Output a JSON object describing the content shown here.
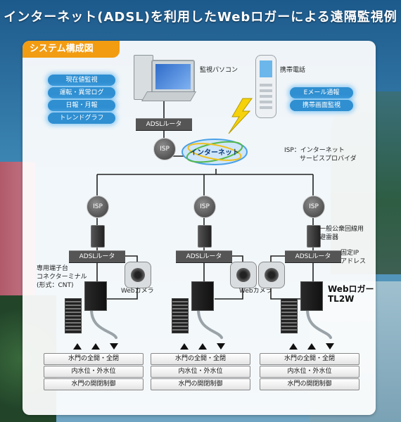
{
  "title": "インターネット(ADSL)を利用したWebロガーによる遠隔監視例",
  "section_title": "システム構成図",
  "top": {
    "pc_label": "監視パソコン",
    "phone_label": "携帯電話",
    "left_features": [
      "現在値監視",
      "運転・異常ログ",
      "日報・月報",
      "トレンドグラフ"
    ],
    "right_features": [
      "Eメール通報",
      "携帯画面監視"
    ],
    "router_label": "ADSLルータ",
    "isp_label": "ISP",
    "internet_label": "インターネット",
    "isp_note_line1": "ISP：インターネット",
    "isp_note_line2": "サービスプロバイダ"
  },
  "sites": [
    {
      "isp": "ISP",
      "router": "ADSLルータ",
      "camera": "Webカメラ",
      "status": [
        "水門の全開・全閉",
        "内水位・外水位",
        "水門の開閉制御"
      ]
    },
    {
      "isp": "ISP",
      "router": "ADSLルータ",
      "camera": "Webカメラ",
      "status": [
        "水門の全開・全閉",
        "内水位・外水位",
        "水門の開閉制御"
      ]
    },
    {
      "isp": "ISP",
      "router": "ADSLルータ",
      "camera": "",
      "status": [
        "水門の全開・全閉",
        "内水位・外水位",
        "水門の開閉制御"
      ]
    }
  ],
  "annotations": {
    "terminal_line1": "専用端子台",
    "terminal_line2": "コネクターミナル",
    "terminal_line3": "(形式：CNT)",
    "arrester_line1": "一般公衆回線用",
    "arrester_line2": "避雷器",
    "fixed_ip_line1": "固定IP",
    "fixed_ip_line2": "アドレス",
    "logger_line1": "Webロガー",
    "logger_line2": "TL2W"
  },
  "colors": {
    "accent_orange": "#f29c12",
    "pill_blue": "#2f8fd1",
    "lightning": "#f5d20a"
  }
}
